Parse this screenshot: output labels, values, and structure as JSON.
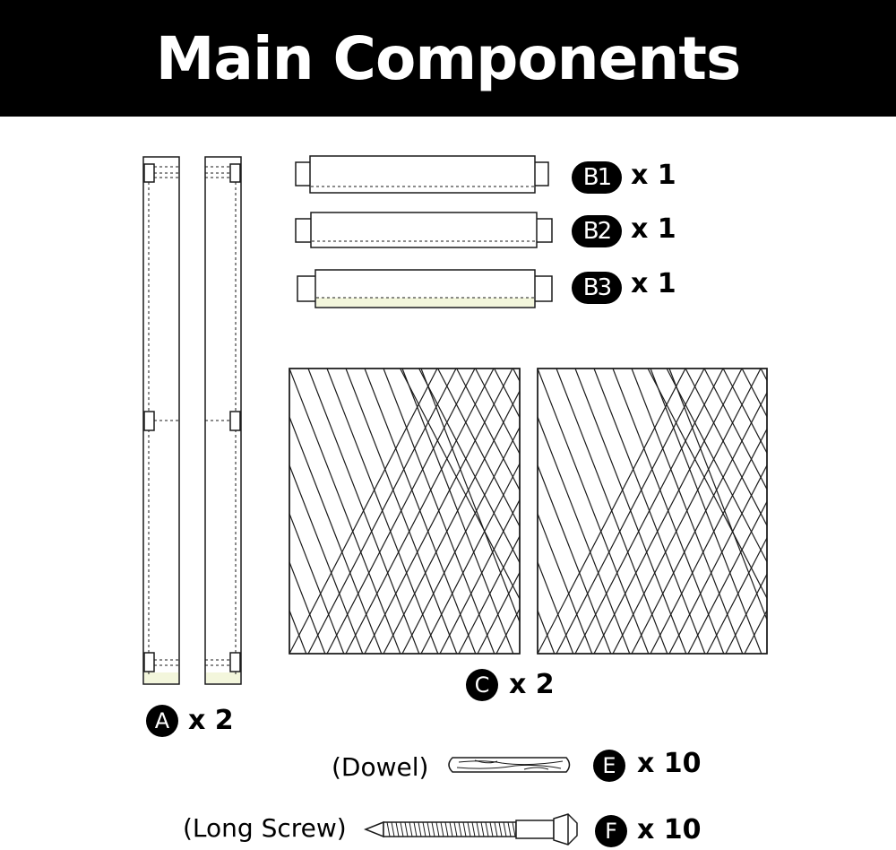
{
  "header": {
    "title": "Main Components"
  },
  "parts": {
    "A": {
      "badge": "A",
      "qty": "x 2"
    },
    "B1": {
      "badge": "B1",
      "qty": "x 1"
    },
    "B2": {
      "badge": "B2",
      "qty": "x 1"
    },
    "B3": {
      "badge": "B3",
      "qty": "x 1"
    },
    "C": {
      "badge": "C",
      "qty": "x 2"
    },
    "E": {
      "badge": "E",
      "qty": "x 10",
      "label": "(Dowel)"
    },
    "F": {
      "badge": "F",
      "qty": "x 10",
      "label": "(Long Screw)"
    }
  },
  "colors": {
    "header_bg": "#000000",
    "stroke": "#1a1a1a",
    "highlight": "#f3f6dc"
  }
}
